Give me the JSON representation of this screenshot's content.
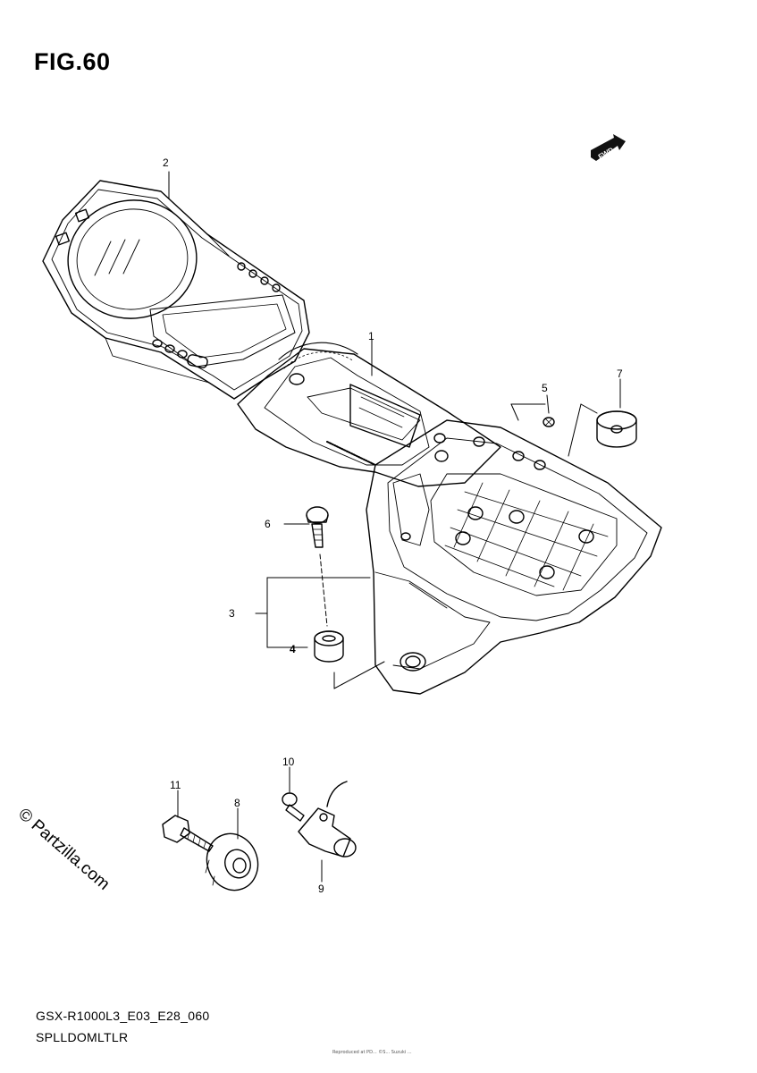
{
  "figure": {
    "title": "FIG.60",
    "code": "GSX-R1000L3_E03_E28_060",
    "name": "SPLLDOMLTLR"
  },
  "direction_marker": "FWD",
  "watermark": "© Partzilla.com",
  "fine_print": "Reproduced at PD... ©S... Suzuki ...",
  "callouts": [
    {
      "id": "1",
      "label": "1"
    },
    {
      "id": "2",
      "label": "2"
    },
    {
      "id": "3",
      "label": "3"
    },
    {
      "id": "4",
      "label": "4"
    },
    {
      "id": "5",
      "label": "5"
    },
    {
      "id": "6",
      "label": "6"
    },
    {
      "id": "7",
      "label": "7"
    },
    {
      "id": "8",
      "label": "8"
    },
    {
      "id": "9",
      "label": "9"
    },
    {
      "id": "10",
      "label": "10"
    },
    {
      "id": "11",
      "label": "11"
    }
  ]
}
